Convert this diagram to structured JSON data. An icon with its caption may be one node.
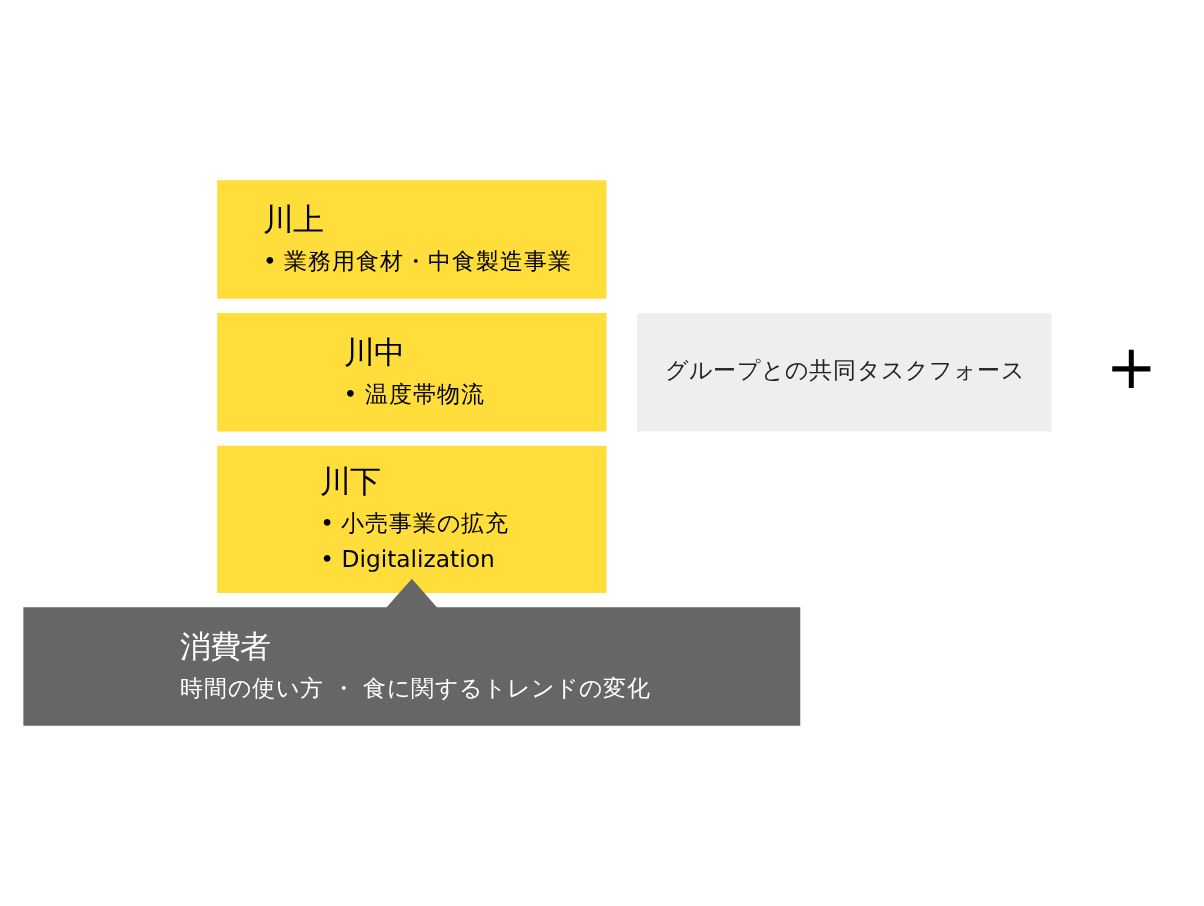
{
  "diagram": {
    "nodes": [
      {
        "text": [
          "川上",
          "• 業務用食材・中食製造事業"
        ]
      },
      {
        "text": [
          "川中",
          "• 温度帯物流"
        ]
      },
      {
        "text": [
          "川下",
          "• 小売事業の拡充",
          "• Digitalization"
        ]
      },
      {
        "text": [
          "グループとの共同タスクフォース"
        ]
      },
      {
        "text": [
          "消費者",
          "時間の使い方 ・ 食に関するトレンドの変化"
        ]
      }
    ],
    "edges": [
      {
        "from": 4,
        "to": 2,
        "arrow": "to",
        "style": "thick"
      }
    ],
    "labels": [
      "+"
    ]
  }
}
